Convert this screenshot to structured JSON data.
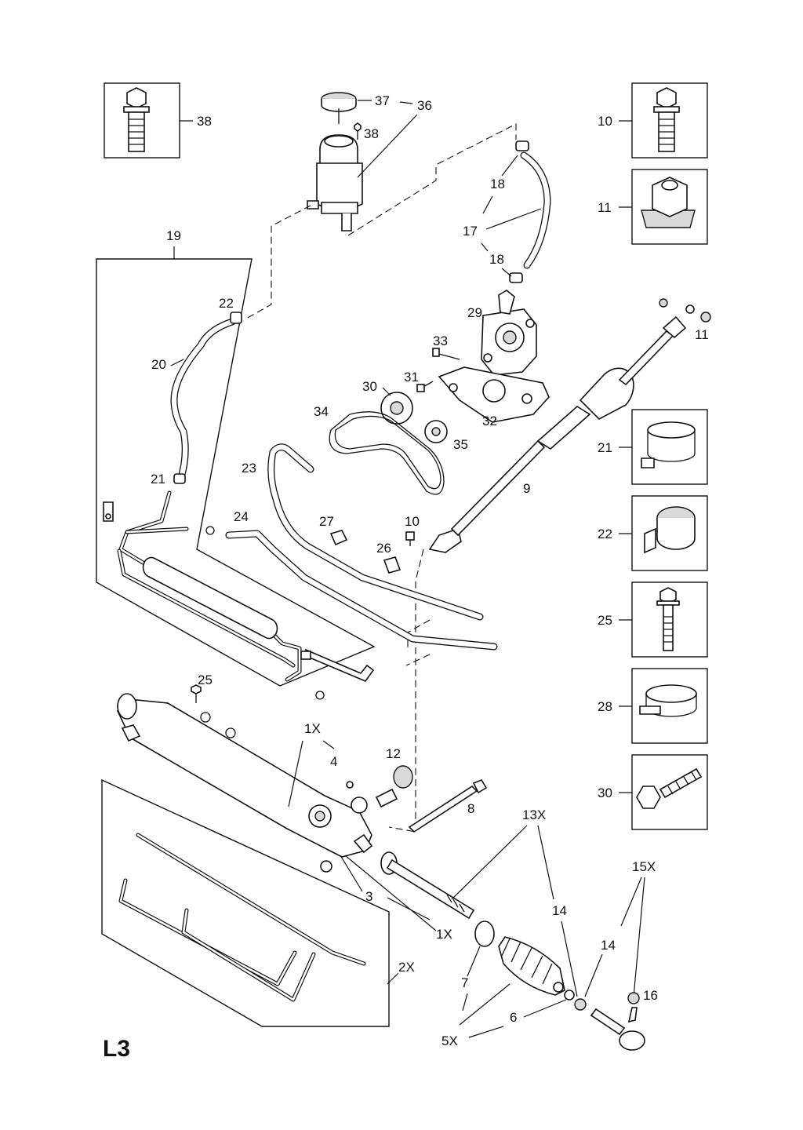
{
  "diagram": {
    "code": "L3",
    "callouts": {
      "c38a": "38",
      "c37": "37",
      "c36": "36",
      "c38b": "38",
      "c10a": "10",
      "c11a": "11",
      "c18a": "18",
      "c17": "17",
      "c18b": "18",
      "c19": "19",
      "c22a": "22",
      "c20": "20",
      "c21a": "21",
      "c29": "29",
      "c33": "33",
      "c11b": "11",
      "c31": "31",
      "c30a": "30",
      "c32": "32",
      "c34": "34",
      "c35": "35",
      "c21b": "21",
      "c23": "23",
      "c9": "9",
      "c24": "24",
      "c27": "27",
      "c10b": "10",
      "c22b": "22",
      "c26": "26",
      "c25a": "25",
      "c25b": "25",
      "c28": "28",
      "c1xa": "1X",
      "c4": "4",
      "c12": "12",
      "c8": "8",
      "c30b": "30",
      "c13x": "13X",
      "c15x": "15X",
      "c3": "3",
      "c14a": "14",
      "c14b": "14",
      "c1xb": "1X",
      "c2x": "2X",
      "c16": "16",
      "c7": "7",
      "c6": "6",
      "c5x": "5X"
    },
    "icons": [
      "bolt-icon",
      "reservoir-icon",
      "cap-icon",
      "flange-nut-icon",
      "hose-clamp-icon",
      "hose-icon",
      "power-steering-pump-icon",
      "bracket-icon",
      "pulley-icon",
      "drive-belt-icon",
      "steering-shaft-icon",
      "steering-rack-icon",
      "tie-rod-icon",
      "boot-icon",
      "tie-rod-end-icon",
      "clip-icon"
    ]
  }
}
